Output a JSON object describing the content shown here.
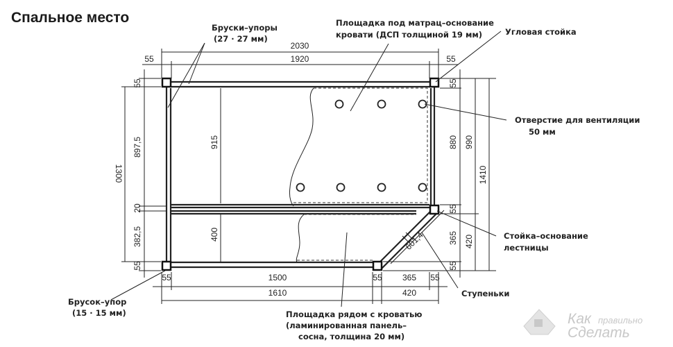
{
  "title": "Спальное место",
  "labels": {
    "stops_l1": "Бруски–упоры",
    "stops_l2": "(27 · 27 мм)",
    "mattress_l1": "Площадка под матрац–основание",
    "mattress_l2": "кровати (ДСП толщиной 19 мм)",
    "corner_post": "Угловая стойка",
    "vent_l1": "Отверстие для вентиляции",
    "vent_l2": "50 мм",
    "ladder_l1": "Стойка–основание",
    "ladder_l2": "лестницы",
    "steps": "Ступеньки",
    "stop_l1": "Брусок–упор",
    "stop_l2": "(15 · 15 мм)",
    "platform_l1": "Площадка рядом с кроватью",
    "platform_l2": "(ламинированная панель–",
    "platform_l3": "сосна, толщина 20 мм)"
  },
  "dimensions": {
    "total_length": "2030",
    "inner_length": "1920",
    "post_top_left": "55",
    "post_top_right": "55",
    "total_width_left": "1300",
    "left_55_top": "55",
    "left_897": "897,5",
    "left_20": "20",
    "left_382": "382,5",
    "left_55_bottom": "55",
    "inner_915": "915",
    "inner_400": "400",
    "right_55_top": "55",
    "right_880": "880",
    "right_55_mid": "55",
    "right_365": "365",
    "right_55_bottom": "55",
    "right_990": "990",
    "right_420": "420",
    "right_1410": "1410",
    "bottom_55_left": "55",
    "bottom_1500": "1500",
    "bottom_55_mid": "55",
    "bottom_365": "365",
    "bottom_55_right": "55",
    "bottom_1610": "1610",
    "bottom_420": "420",
    "diagonal": "601,4"
  },
  "watermark": {
    "line1": "Как",
    "line2": "правильно",
    "line3": "Сделать"
  }
}
